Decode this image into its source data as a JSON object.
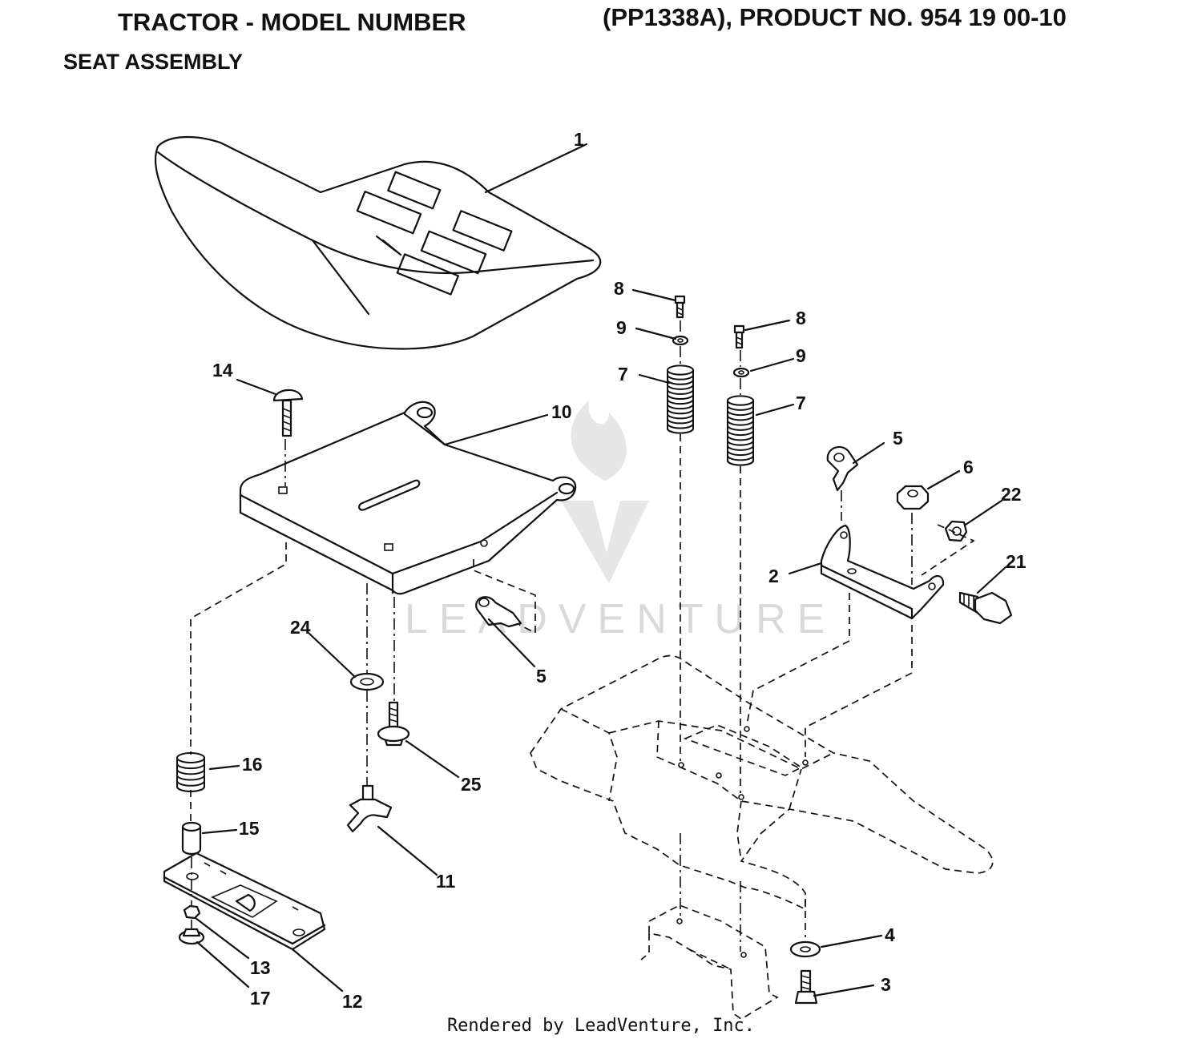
{
  "header": {
    "title_left": "TRACTOR - MODEL NUMBER",
    "title_right": "(PP1338A), PRODUCT NO. 954 19 00-10",
    "subtitle": "SEAT ASSEMBLY"
  },
  "watermark": {
    "text": "LEADVENTURE",
    "color": "#d9d9d9"
  },
  "callouts": {
    "c1": "1",
    "c2": "2",
    "c3": "3",
    "c4": "4",
    "c5a": "5",
    "c5b": "5",
    "c6": "6",
    "c7a": "7",
    "c7b": "7",
    "c8a": "8",
    "c8b": "8",
    "c9a": "9",
    "c9b": "9",
    "c10": "10",
    "c11": "11",
    "c12": "12",
    "c13": "13",
    "c14": "14",
    "c15": "15",
    "c16": "16",
    "c17": "17",
    "c21": "21",
    "c22": "22",
    "c24": "24",
    "c25": "25"
  },
  "footer": {
    "text": "Rendered by LeadVenture, Inc."
  }
}
